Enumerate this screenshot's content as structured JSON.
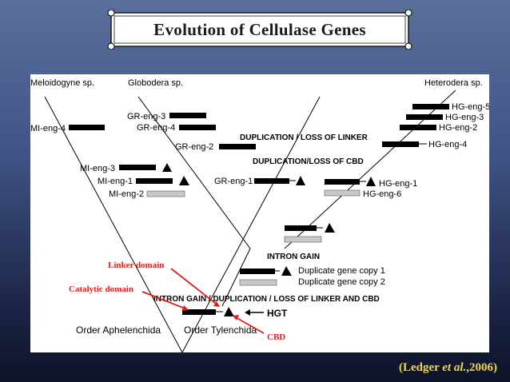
{
  "title": "Evolution of Cellulase Genes",
  "citation": {
    "prefix": "(Ledger ",
    "etal": "et al.",
    "suffix": ",2006)"
  },
  "colors": {
    "accent_yellow": "#f2d34c",
    "annotation_red": "#e21b1b",
    "gene_black": "#000000",
    "gene_grey": "#c8c8c8"
  },
  "diagram": {
    "species": {
      "meloidogyne": "Meloidogyne sp.",
      "globodera": "Globodera sp.",
      "heterodera": "Heterodera sp."
    },
    "genes": {
      "mi_eng_4": "MI-eng-4",
      "mi_eng_3": "MI-eng-3",
      "mi_eng_1": "MI-eng-1",
      "mi_eng_2": "MI-eng-2",
      "gr_eng_3": "GR-eng-3",
      "gr_eng_4": "GR-eng-4",
      "gr_eng_2": "GR-eng-2",
      "gr_eng_1": "GR-eng-1",
      "hg_eng_5": "HG-eng-5",
      "hg_eng_3": "HG-eng-3",
      "hg_eng_2": "HG-eng-2",
      "hg_eng_4": "HG-eng-4",
      "hg_eng_1": "HG-eng-1",
      "hg_eng_6": "HG-eng-6"
    },
    "events": {
      "dup_loss_linker": "DUPLICATION / LOSS OF LINKER",
      "dup_loss_cbd": "DUPLICATION/LOSS OF CBD",
      "intron_gain": "INTRON GAIN",
      "intron_gain_dup": "INTRON GAIN / DUPLICATION / LOSS OF LINKER AND CBD",
      "hgt": "HGT"
    },
    "copies": {
      "copy1": "Duplicate gene copy 1",
      "copy2": "Duplicate gene copy 2"
    },
    "orders": {
      "aphelenchida": "Order Aphelenchida",
      "tylenchida": "Order Tylenchida"
    },
    "annotations": {
      "linker_domain": "Linker domain",
      "catalytic_domain": "Catalytic domain",
      "cbd": "CBD"
    }
  }
}
